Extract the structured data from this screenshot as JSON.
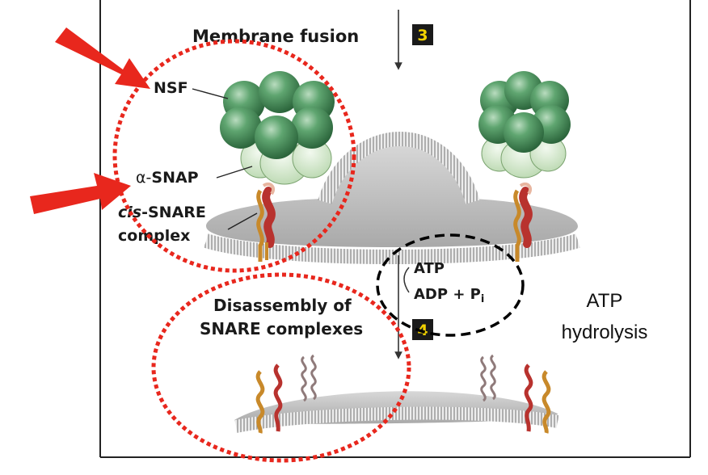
{
  "steps": {
    "fusion": {
      "label": "Membrane fusion",
      "number": "3"
    },
    "disassembly": {
      "line1": "Disassembly of",
      "line2": "SNARE complexes",
      "number": "4"
    }
  },
  "labels": {
    "nsf": "NSF",
    "snap_prefix": "α-",
    "snap_name": "SNAP",
    "cis_prefix": "cis",
    "cis_rest": "-SNARE",
    "complex": "complex"
  },
  "reaction": {
    "substrate": "ATP",
    "product": "ADP + P",
    "product_subscript": "i"
  },
  "annotation": {
    "line1": "ATP",
    "line2": "hydrolysis"
  },
  "colors": {
    "highlight_red": "#e8271d",
    "nsf_green": "#3f8f55",
    "snap_green": "#cfe5c7",
    "membrane": "#c9c9c9",
    "snare_red": "#b8322e",
    "snare_orange": "#c8892a",
    "step_box": "#1a1a1a",
    "step_number": "#f2d200"
  }
}
